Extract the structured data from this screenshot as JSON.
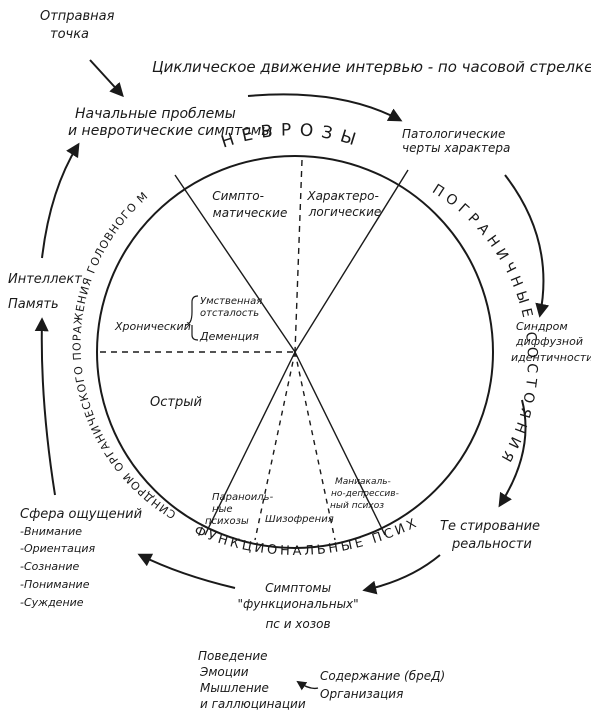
{
  "start_point": [
    "Отправная",
    "точка"
  ],
  "header": "Циклическое движение интервью - по часовой стрелке",
  "outer": {
    "top_left": [
      "Начальные проблемы",
      "и невротические симптомы"
    ],
    "top_right": [
      "Патологические",
      "черты характера"
    ],
    "right": [
      "Синдром",
      "диффузной",
      "идентичности"
    ],
    "bottom_right": [
      "Те стирование",
      "реальности"
    ],
    "bottom": [
      "Симптомы",
      "\"функциональных\"",
      "пс и хозов"
    ],
    "bottom_left_title": "Сфера ощущений",
    "bottom_left_items": [
      "-Внимание",
      "-Ориентация",
      "-Сознание",
      "-Понимание",
      "-Суждение"
    ],
    "left": [
      "Интеллект",
      "Память"
    ],
    "very_bottom_left": [
      "Поведение",
      "Эмоции",
      "Мышление",
      "и галлюцинации"
    ],
    "very_bottom_right": [
      "Содержание (бреД)",
      "Организация"
    ]
  },
  "rim": {
    "neuroses": "НЕВРОЗЫ",
    "borderline": "ПОГРАНИЧНЫЕ СОСТОЯНИЯ",
    "functional": "ФУНКЦИОНАЛЬНЫЕ ПСИХОЗЫ",
    "organic": "СИНДРОМ ОРГАНИЧЕСКОГО ПОРАЖЕНИЯ ГОЛОВНОГО МОЗГА"
  },
  "sectors": {
    "symptomatic": [
      "Симпто-",
      "матические"
    ],
    "characterological": [
      "Характеро-",
      "логические"
    ],
    "chronic": "Хронический",
    "retardation": [
      "Умственная",
      "отсталость"
    ],
    "dementia": "Деменция",
    "acute": "Острый",
    "paranoid": [
      "Параноиль-",
      "ные",
      "психозы"
    ],
    "schizophrenia": "Шизофрения",
    "manic": [
      "Маниакаль-",
      "но-депрессив-",
      "ный психоз"
    ]
  }
}
